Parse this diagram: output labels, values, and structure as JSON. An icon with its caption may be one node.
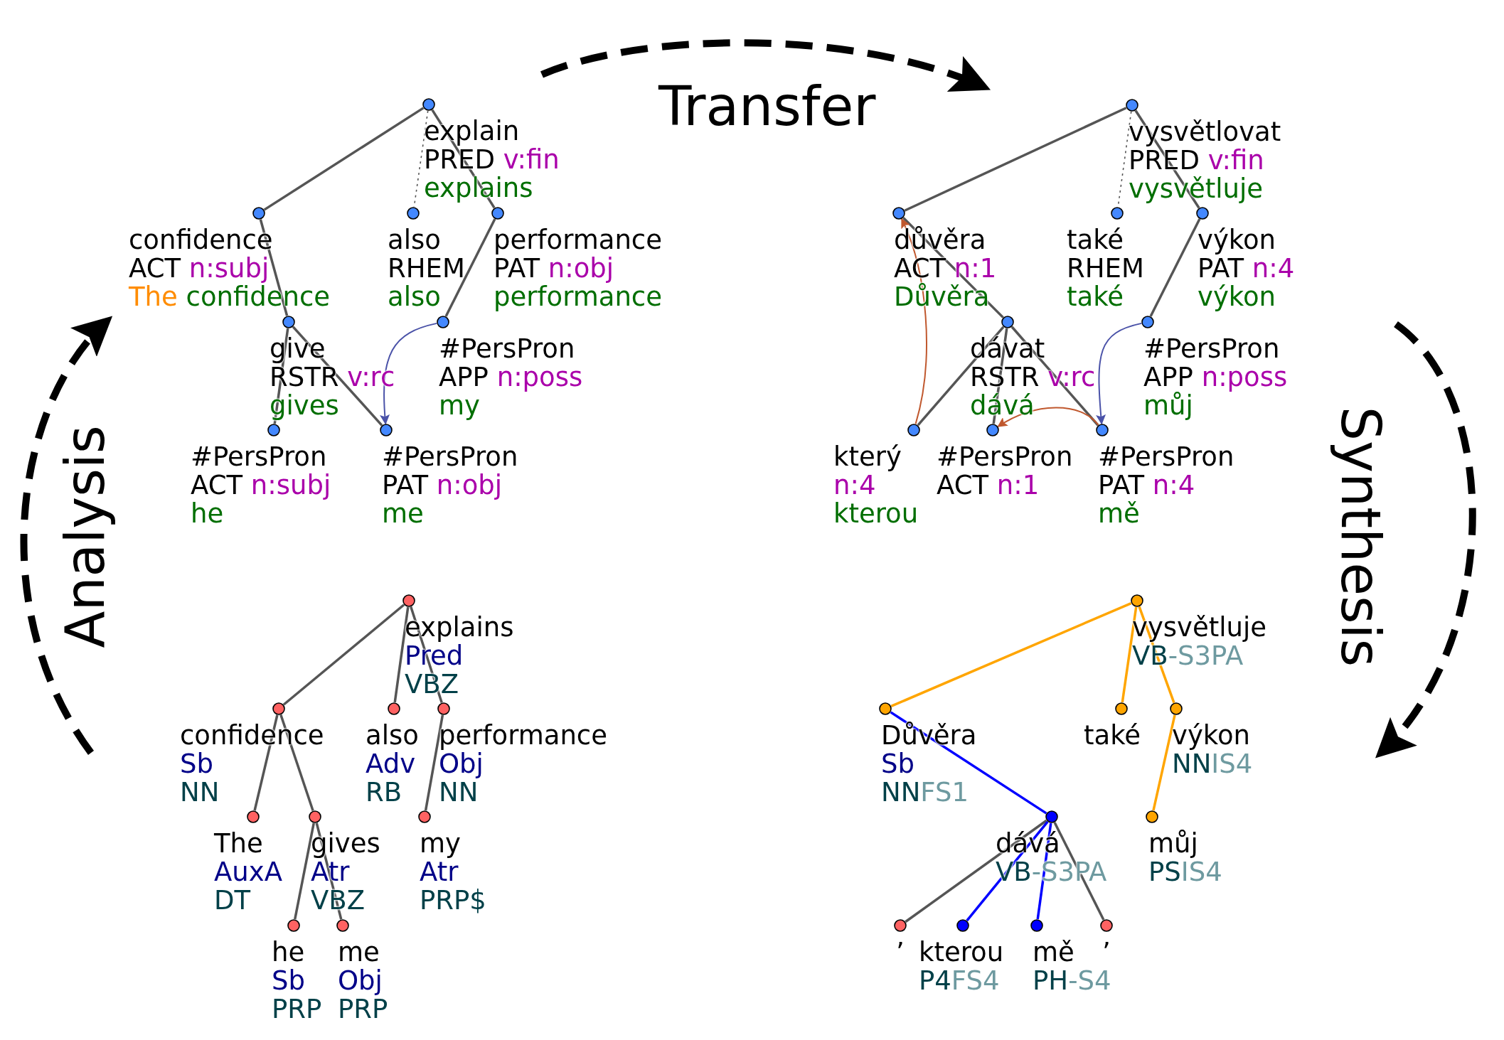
{
  "diagram": {
    "nodes": [
      {
        "text": [
          "explain",
          "PRED v:fin",
          "explains"
        ]
      },
      {
        "text": [
          "confidence",
          "ACT n:subj",
          "The confidence"
        ]
      },
      {
        "text": [
          "also",
          "RHEM",
          "also"
        ]
      },
      {
        "text": [
          "performance",
          "PAT n:obj",
          "performance"
        ]
      },
      {
        "text": [
          "give",
          "RSTR v:rc",
          "gives"
        ]
      },
      {
        "text": [
          "#PersPron",
          "APP n:poss",
          "my"
        ]
      },
      {
        "text": [
          "#PersPron",
          "ACT n:subj",
          "he"
        ]
      },
      {
        "text": [
          "#PersPron",
          "PAT n:obj",
          "me"
        ]
      },
      {
        "text": [
          "vysvětlovat",
          "PRED v:fin",
          "vysvětluje"
        ]
      },
      {
        "text": [
          "důvěra",
          "ACT n:1",
          "Důvěra"
        ]
      },
      {
        "text": [
          "také",
          "RHEM",
          "také"
        ]
      },
      {
        "text": [
          "výkon",
          "PAT n:4",
          "výkon"
        ]
      },
      {
        "text": [
          "dávat",
          "RSTR v:rc",
          "dává"
        ]
      },
      {
        "text": [
          "#PersPron",
          "APP n:poss",
          "můj"
        ]
      },
      {
        "text": [
          "který",
          "n:4",
          "kterou"
        ]
      },
      {
        "text": [
          "#PersPron",
          "ACT n:1"
        ]
      },
      {
        "text": [
          "#PersPron",
          "PAT n:4",
          "mě"
        ]
      },
      {
        "text": [
          "explains",
          "Pred",
          "VBZ"
        ]
      },
      {
        "text": [
          "confidence",
          "Sb",
          "NN"
        ]
      },
      {
        "text": [
          "also",
          "Adv",
          "RB"
        ]
      },
      {
        "text": [
          "performance",
          "Obj",
          "NN"
        ]
      },
      {
        "text": [
          "The",
          "AuxA",
          "DT"
        ]
      },
      {
        "text": [
          "gives",
          "Atr",
          "VBZ"
        ]
      },
      {
        "text": [
          "my",
          "Atr",
          "PRP$"
        ]
      },
      {
        "text": [
          "he",
          "Sb",
          "PRP"
        ]
      },
      {
        "text": [
          "me",
          "Obj",
          "PRP"
        ]
      },
      {
        "text": [
          "vysvětluje",
          "VB-S3PA"
        ]
      },
      {
        "text": [
          "Důvěra",
          "Sb",
          "NNFS1"
        ]
      },
      {
        "text": [
          "také"
        ]
      },
      {
        "text": [
          "výkon",
          "NNIS4"
        ]
      },
      {
        "text": [
          "dává",
          "VB-S3PA"
        ]
      },
      {
        "text": [
          "můj",
          "PSIS4"
        ]
      },
      {
        "text": [
          "’"
        ]
      },
      {
        "text": [
          "kterou",
          "P4FS4"
        ]
      },
      {
        "text": [
          "mě",
          "PH-S4"
        ]
      },
      {
        "text": [
          "’"
        ]
      }
    ],
    "edges": [
      {
        "from": 0,
        "to": 1,
        "arrow": "none"
      },
      {
        "from": 0,
        "to": 2,
        "arrow": "none",
        "style": "dashed"
      },
      {
        "from": 0,
        "to": 3,
        "arrow": "none"
      },
      {
        "from": 1,
        "to": 4,
        "arrow": "none"
      },
      {
        "from": 3,
        "to": 5,
        "arrow": "none"
      },
      {
        "from": 4,
        "to": 6,
        "arrow": "none"
      },
      {
        "from": 4,
        "to": 7,
        "arrow": "none"
      },
      {
        "from": 5,
        "to": 7,
        "arrow": "to",
        "color": "#4a52a8"
      },
      {
        "from": 8,
        "to": 9,
        "arrow": "none"
      },
      {
        "from": 8,
        "to": 10,
        "arrow": "none",
        "style": "dashed"
      },
      {
        "from": 8,
        "to": 11,
        "arrow": "none"
      },
      {
        "from": 9,
        "to": 12,
        "arrow": "none"
      },
      {
        "from": 11,
        "to": 13,
        "arrow": "none"
      },
      {
        "from": 12,
        "to": 14,
        "arrow": "none"
      },
      {
        "from": 12,
        "to": 15,
        "arrow": "none"
      },
      {
        "from": 12,
        "to": 16,
        "arrow": "none"
      },
      {
        "from": 13,
        "to": 16,
        "arrow": "to",
        "color": "#4a52a8"
      },
      {
        "from": 14,
        "to": 9,
        "arrow": "to",
        "color": "#c0582e"
      },
      {
        "from": 16,
        "to": 15,
        "arrow": "to",
        "color": "#c0582e"
      },
      {
        "from": 17,
        "to": 18,
        "arrow": "none"
      },
      {
        "from": 17,
        "to": 19,
        "arrow": "none"
      },
      {
        "from": 17,
        "to": 20,
        "arrow": "none"
      },
      {
        "from": 18,
        "to": 21,
        "arrow": "none"
      },
      {
        "from": 18,
        "to": 22,
        "arrow": "none"
      },
      {
        "from": 20,
        "to": 23,
        "arrow": "none"
      },
      {
        "from": 22,
        "to": 24,
        "arrow": "none"
      },
      {
        "from": 22,
        "to": 25,
        "arrow": "none"
      },
      {
        "from": 26,
        "to": 27,
        "arrow": "none",
        "color": "#ffa500"
      },
      {
        "from": 26,
        "to": 28,
        "arrow": "none",
        "color": "#ffa500"
      },
      {
        "from": 26,
        "to": 29,
        "arrow": "none",
        "color": "#ffa500"
      },
      {
        "from": 29,
        "to": 31,
        "arrow": "none",
        "color": "#ffa500"
      },
      {
        "from": 27,
        "to": 30,
        "arrow": "none",
        "color": "#0000ff"
      },
      {
        "from": 30,
        "to": 32,
        "arrow": "none"
      },
      {
        "from": 30,
        "to": 33,
        "arrow": "none",
        "color": "#0000ff"
      },
      {
        "from": 30,
        "to": 34,
        "arrow": "none",
        "color": "#0000ff"
      },
      {
        "from": 30,
        "to": 35,
        "arrow": "none"
      }
    ],
    "labels": [
      "Analysis",
      "Transfer",
      "Synthesis"
    ]
  }
}
